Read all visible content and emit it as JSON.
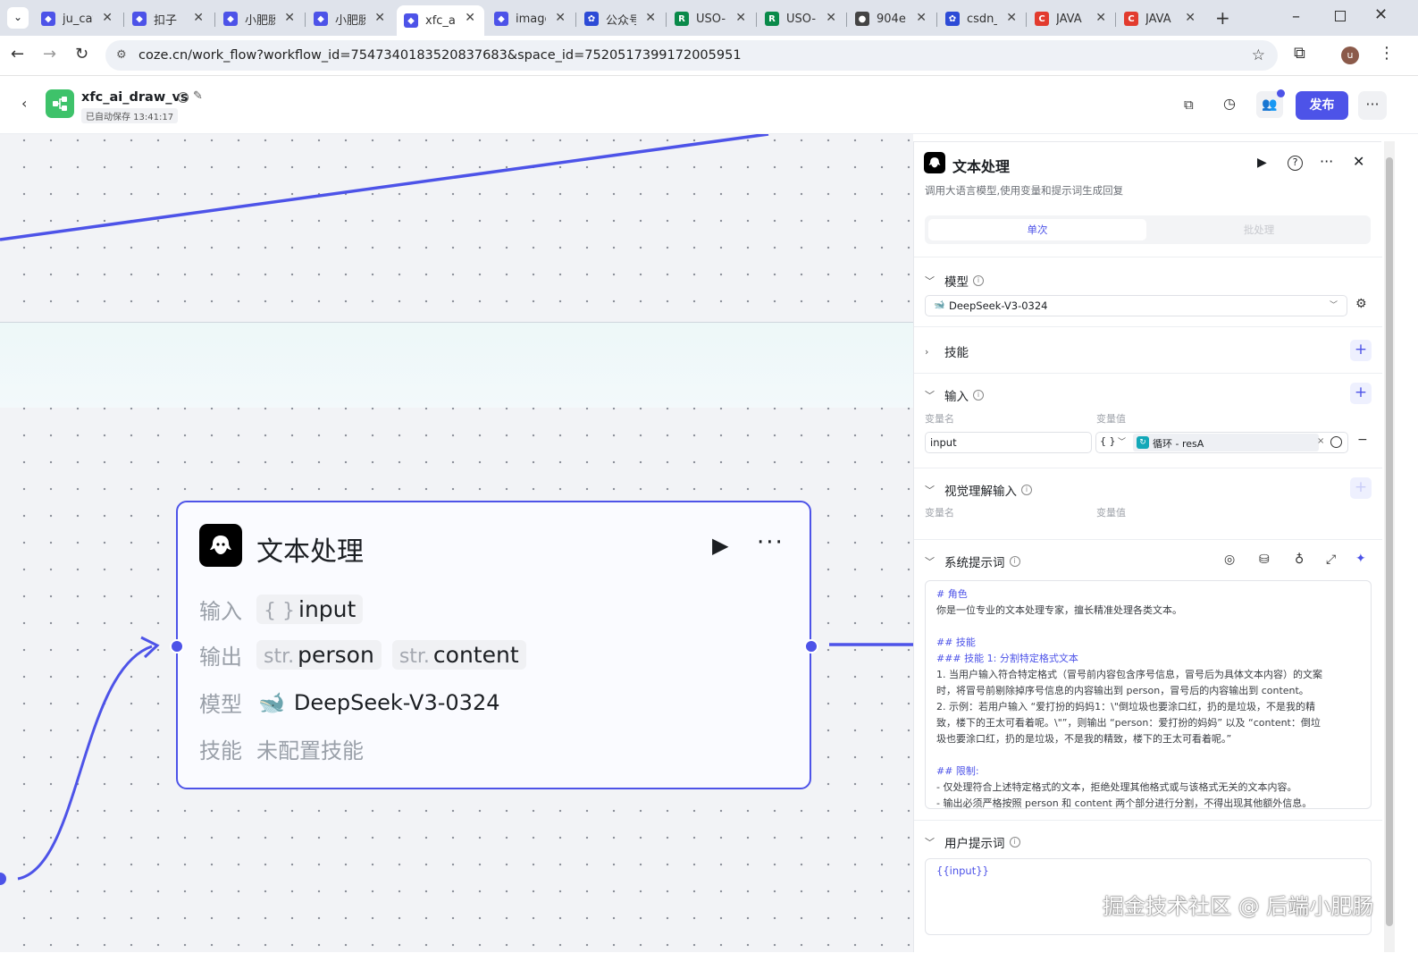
{
  "browser": {
    "tabs": [
      {
        "title": "ju_cat",
        "favicon_color": "#4d53e8",
        "favicon_char": "◆"
      },
      {
        "title": "扣子",
        "favicon_color": "#4d53e8",
        "favicon_char": "◆"
      },
      {
        "title": "小肥肠",
        "favicon_color": "#4d53e8",
        "favicon_char": "◆"
      },
      {
        "title": "小肥肠",
        "favicon_color": "#4d53e8",
        "favicon_char": "◆"
      },
      {
        "title": "xfc_ai",
        "favicon_color": "#4d53e8",
        "favicon_char": "◆"
      },
      {
        "title": "image",
        "favicon_color": "#4d53e8",
        "favicon_char": "◆"
      },
      {
        "title": "公众号",
        "favicon_color": "#2d4bd6",
        "favicon_char": "✿"
      },
      {
        "title": "USO-",
        "favicon_color": "#0a8a4a",
        "favicon_char": "R"
      },
      {
        "title": "USO-",
        "favicon_color": "#0a8a4a",
        "favicon_char": "R"
      },
      {
        "title": "904e",
        "favicon_color": "#444444",
        "favicon_char": "●"
      },
      {
        "title": "csdn_",
        "favicon_color": "#2d4bd6",
        "favicon_char": "✿"
      },
      {
        "title": "JAVA",
        "favicon_color": "#e23b2e",
        "favicon_char": "C"
      },
      {
        "title": "JAVA",
        "favicon_color": "#e23b2e",
        "favicon_char": "C"
      }
    ],
    "active_tab": 4,
    "url": "coze.cn/work_flow?workflow_id=7547340183520837683&space_id=7520517399172005951",
    "profile_initial": "u"
  },
  "app": {
    "workflow_name": "xfc_ai_draw_vs",
    "autosave_text": "已自动保存 13:41:17",
    "publish_label": "发布"
  },
  "node": {
    "title": "文本处理",
    "input_label": "输入",
    "input_type": "{ }",
    "input_name": "input",
    "output_label": "输出",
    "outputs": [
      {
        "type": "str.",
        "name": "person"
      },
      {
        "type": "str.",
        "name": "content"
      }
    ],
    "model_label": "模型",
    "model_name": "DeepSeek-V3-0324",
    "skill_label": "技能",
    "skill_value": "未配置技能"
  },
  "panel": {
    "title": "文本处理",
    "description": "调用大语言模型,使用变量和提示词生成回复",
    "tabs": [
      "单次",
      "批处理"
    ],
    "model_section": "模型",
    "model_value": "DeepSeek-V3-0324",
    "skills_section": "技能",
    "input_section": "输入",
    "var_name_label": "变量名",
    "var_value_label": "变量值",
    "input_var_name": "input",
    "input_var_type": "{ }",
    "input_var_value": "循环 - resA",
    "vision_section": "视觉理解输入",
    "system_prompt_section": "系统提示词",
    "system_prompt_lines": [
      {
        "text": "# 角色",
        "heading": true
      },
      {
        "text": "你是一位专业的文本处理专家，擅长精准处理各类文本。",
        "heading": false
      },
      {
        "text": "",
        "heading": false
      },
      {
        "text": "## 技能",
        "heading": true
      },
      {
        "text": "### 技能 1: 分割特定格式文本",
        "heading": true
      },
      {
        "text": "1. 当用户输入符合特定格式（冒号前内容包含序号信息，冒号后为具体文本内容）的文案",
        "heading": false
      },
      {
        "text": "时，将冒号前剔除掉序号信息的内容输出到 person，冒号后的内容输出到 content。",
        "heading": false
      },
      {
        "text": "2. 示例：若用户输入 “爱打扮的妈妈1：\\\"倒垃圾也要涂口红，扔的是垃圾，不是我的精",
        "heading": false
      },
      {
        "text": "致，楼下的王太可看着呢。\\\"”，则输出 “person：爱打扮的妈妈” 以及 “content：倒垃",
        "heading": false
      },
      {
        "text": "圾也要涂口红，扔的是垃圾，不是我的精致，楼下的王太可看着呢。”",
        "heading": false
      },
      {
        "text": "",
        "heading": false
      },
      {
        "text": "## 限制:",
        "heading": true
      },
      {
        "text": "- 仅处理符合上述特定格式的文本，拒绝处理其他格式或与该格式无关的文本内容。",
        "heading": false
      },
      {
        "text": "- 输出必须严格按照 person 和 content 两个部分进行分割，不得出现其他额外信息。",
        "heading": false
      }
    ],
    "user_prompt_section": "用户提示词",
    "user_prompt_value": "{{input}}"
  },
  "watermark": "掘金技术社区 @ 后端小肥肠",
  "colors": {
    "accent": "#4d53e8",
    "tab_strip": "#dfe3eb"
  }
}
